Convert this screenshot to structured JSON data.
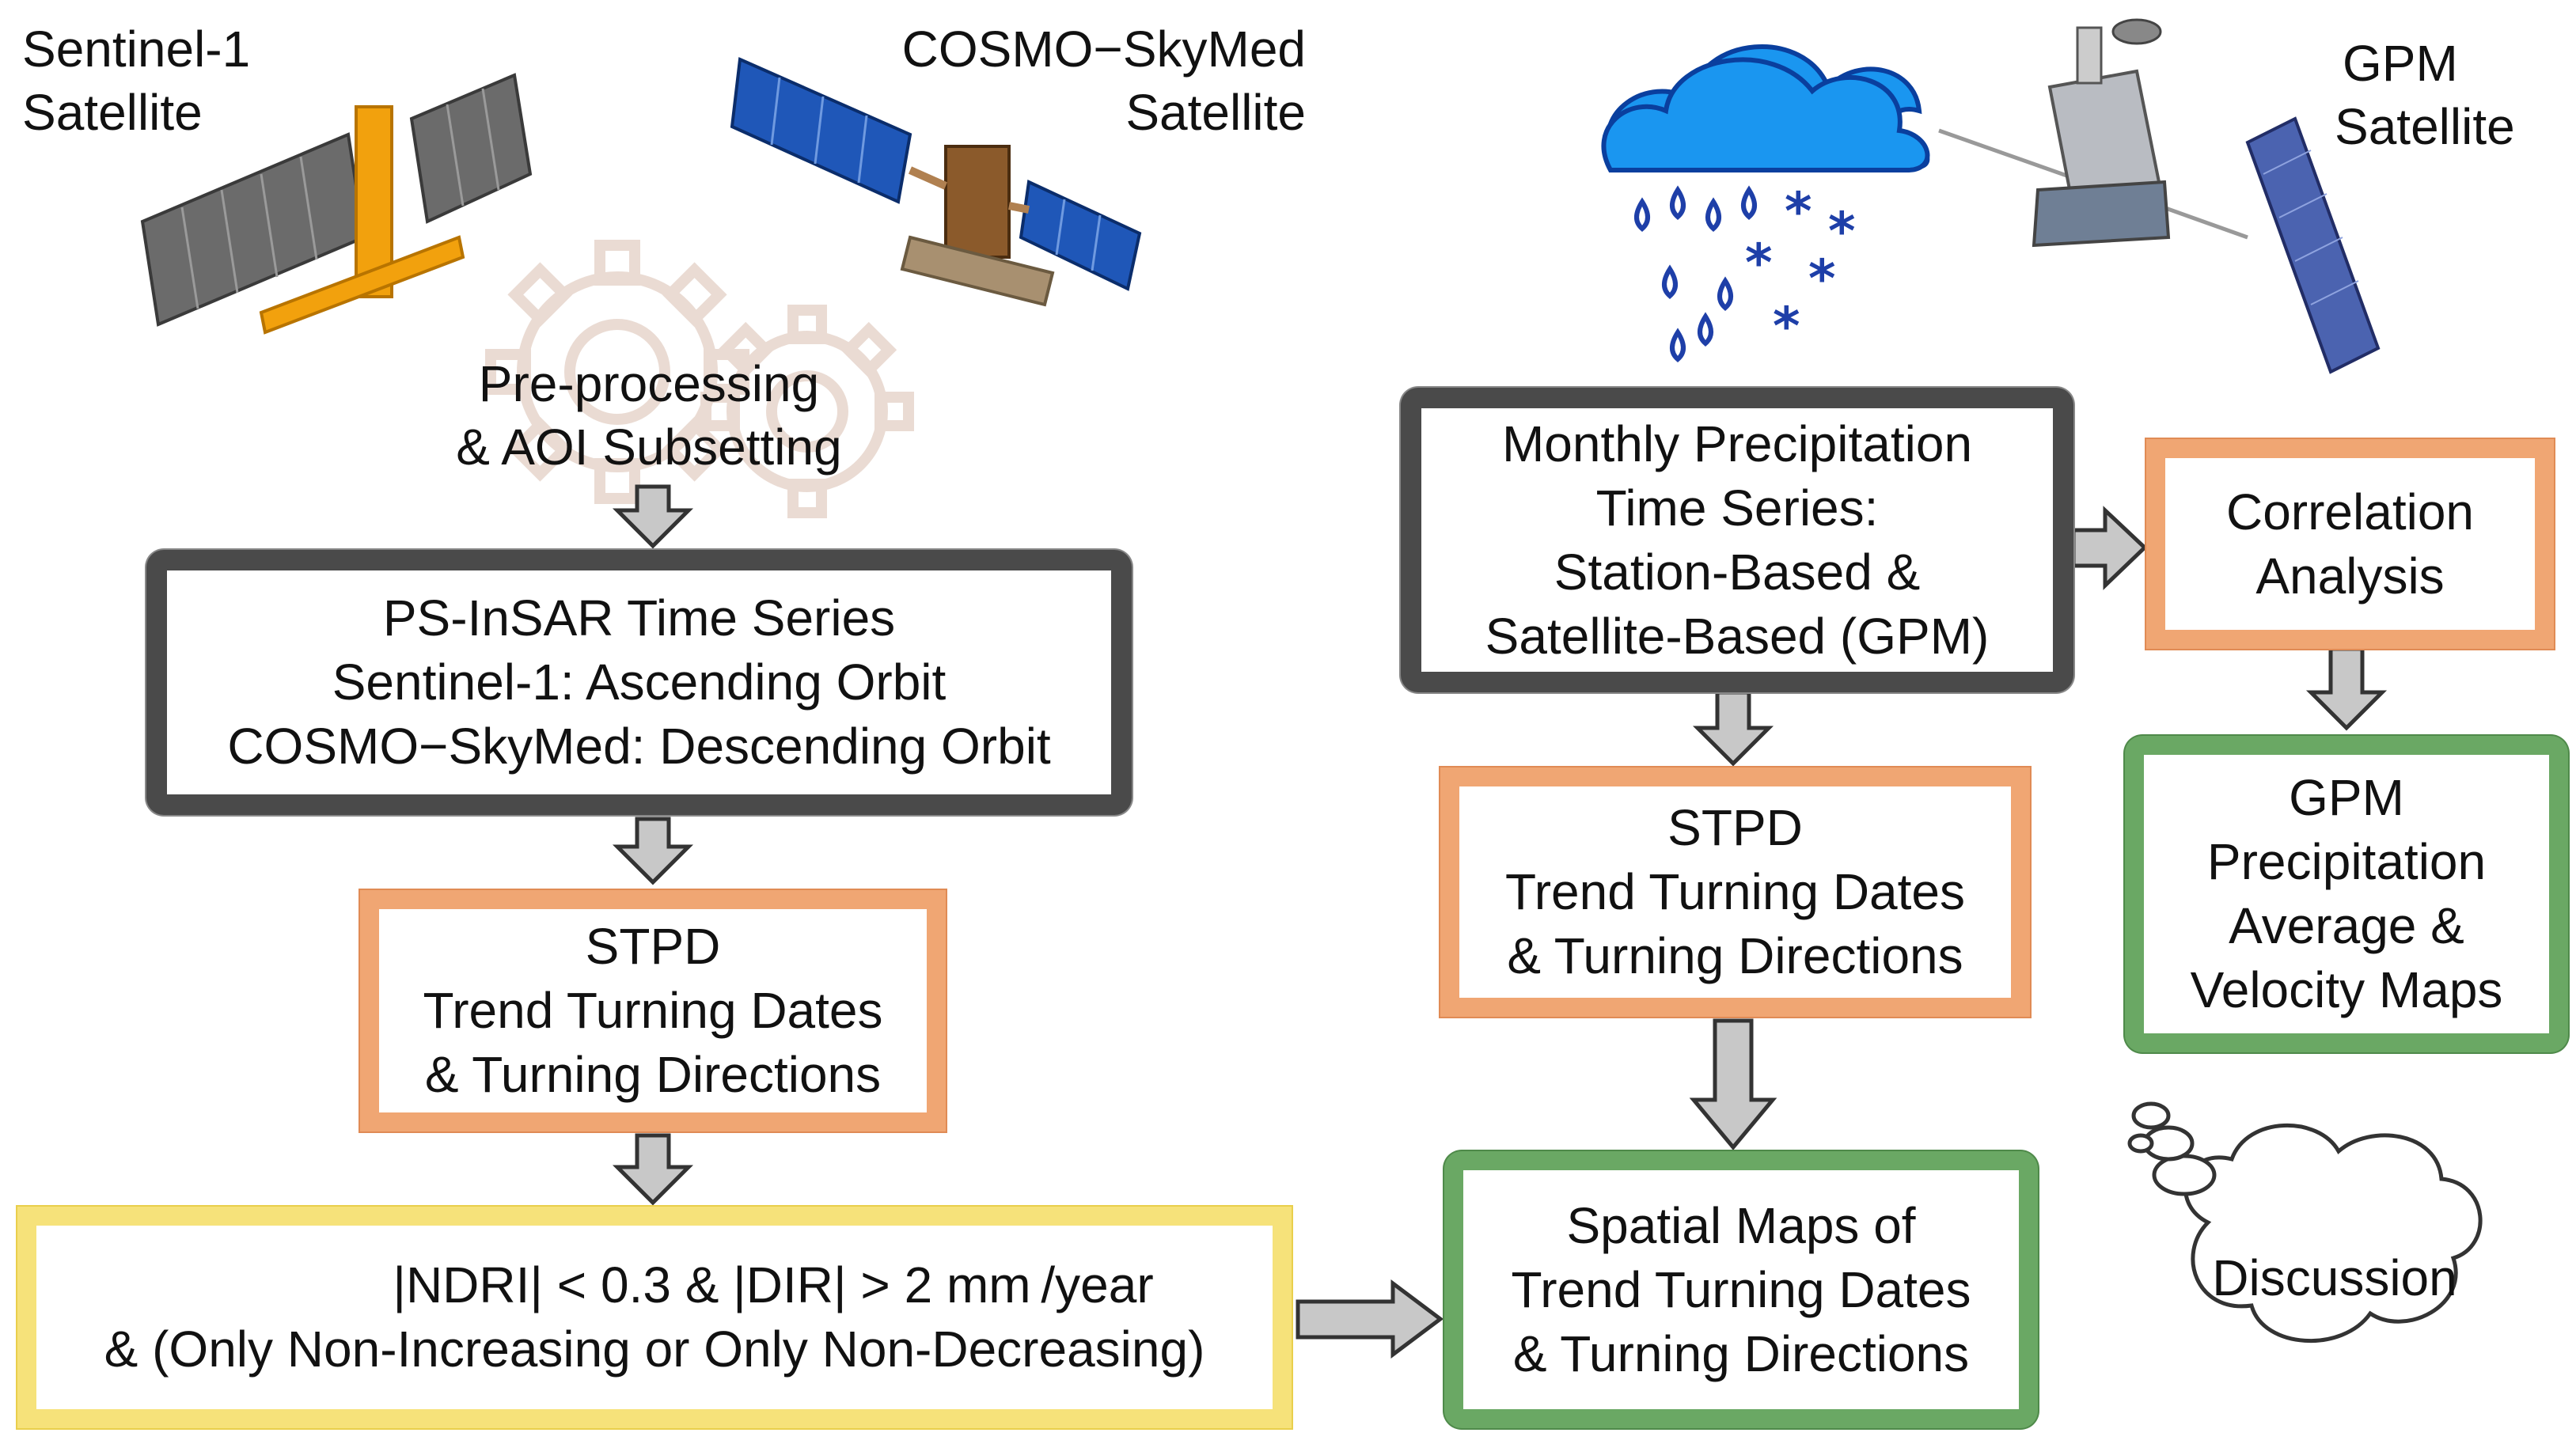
{
  "satellites": {
    "sentinel": {
      "line1": "Sentinel-1",
      "line2": "Satellite"
    },
    "cosmo": {
      "line1": "COSMO−SkyMed",
      "line2": "Satellite"
    },
    "gpm": {
      "line1": "GPM",
      "line2": "Satellite"
    }
  },
  "preprocessing": {
    "line1": "Pre-processing",
    "line2": "& AOI Subsetting"
  },
  "psinsar": {
    "line1": "PS-InSAR Time Series",
    "line2": "Sentinel-1: Ascending Orbit",
    "line3": "COSMO−SkyMed: Descending Orbit"
  },
  "stpd_left": {
    "line1": "STPD",
    "line2": "Trend Turning Dates",
    "line3": "& Turning Directions"
  },
  "filter": {
    "line1": "|NDRI| < 0.3 & |DIR| > 2 mm /year",
    "line2": "& (Only Non-Increasing or Only Non-Decreasing)"
  },
  "precip": {
    "line1": "Monthly Precipitation",
    "line2": "Time Series:",
    "line3": "Station-Based &",
    "line4": "Satellite-Based (GPM)"
  },
  "stpd_right": {
    "line1": "STPD",
    "line2": "Trend Turning Dates",
    "line3": "& Turning Directions"
  },
  "correlation": {
    "line1": "Correlation",
    "line2": "Analysis"
  },
  "gpm_maps": {
    "line1": "GPM",
    "line2": "Precipitation",
    "line3": "Average &",
    "line4": "Velocity Maps"
  },
  "spatial": {
    "line1": "Spatial Maps of",
    "line2": "Trend Turning Dates",
    "line3": "& Turning Directions"
  },
  "discussion": {
    "label": "Discussion"
  },
  "colors": {
    "black_border": "#4a4a4a",
    "orange_border": "#f0a673",
    "green_border": "#6aa864",
    "yellow_border": "#f6e27a",
    "arrow_fill": "#c8c8c8",
    "cloud_blue": "#1a96f0",
    "drop_blue": "#1e3fa8"
  }
}
